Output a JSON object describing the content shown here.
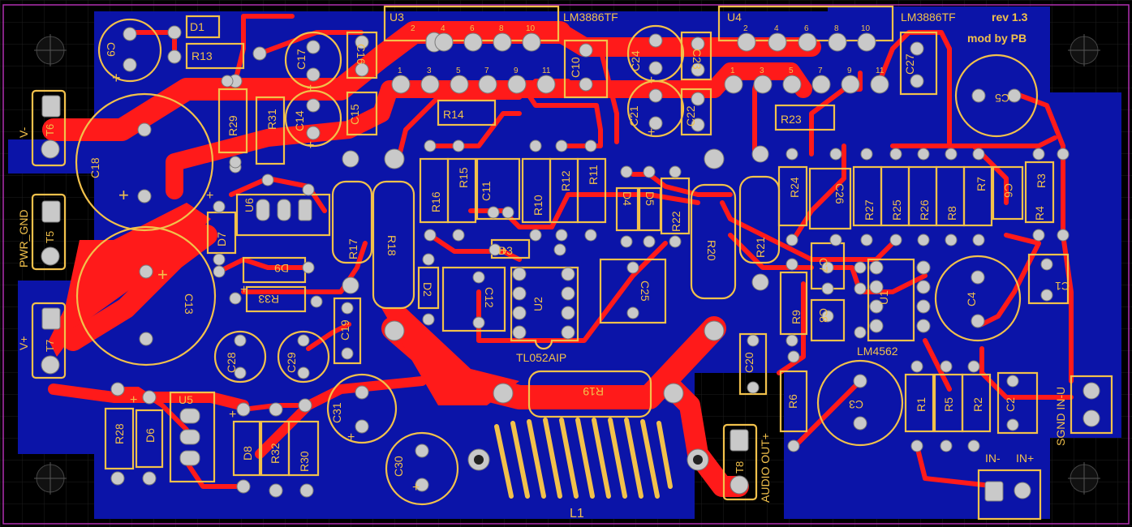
{
  "colors": {
    "background": "#000000",
    "copper_bottom": "#0b14a8",
    "copper_top": "#ff1a1a",
    "silkscreen": "#f2c14b",
    "pad": "#c9c9c9",
    "grid": "#1e1e1e"
  },
  "board": {
    "revision": "rev 1.3",
    "author": "mod by PB"
  },
  "ic": {
    "u3_ref": "U3",
    "u3_part": "LM3886TF",
    "u4_ref": "U4",
    "u4_part": "LM3886TF",
    "u2_ref": "U2",
    "u2_part": "TL052AIP",
    "u1_ref": "U1",
    "u1_part": "LM4562",
    "u5_ref": "U5",
    "u6_ref": "U6"
  },
  "pins": {
    "even": [
      "2",
      "4",
      "6",
      "8",
      "10"
    ],
    "odd": [
      "1",
      "3",
      "5",
      "7",
      "9",
      "11"
    ]
  },
  "terminals": {
    "t6": "T6",
    "t6_label": "V-",
    "t5": "T5",
    "t5_label": "PWR_GND",
    "t7": "T7",
    "t7_label": "V+",
    "t8": "T8",
    "t8_label": "AUDIO OUT+",
    "sgnd_label": "SGND IN-U",
    "in_minus": "IN-",
    "in_plus": "IN+"
  },
  "inductor": "L1",
  "plus": "+",
  "caps": {
    "c1": "C1",
    "c2": "C2",
    "c3": "C3",
    "c4": "C4",
    "c5": "C5",
    "c6": "C6",
    "c7": "C7",
    "c8": "C8",
    "c9": "C9",
    "c10": "C10",
    "c11": "C11",
    "c12": "C12",
    "c13": "C13",
    "c14": "C14",
    "c15": "C15",
    "c16": "C16",
    "c17": "C17",
    "c18": "C18",
    "c19": "C19",
    "c20": "C20",
    "c21": "C21",
    "c22": "C22",
    "c23": "C23",
    "c24": "C24",
    "c25": "C25",
    "c26": "C26",
    "c27": "C27",
    "c28": "C28",
    "c29": "C29",
    "c30": "C30",
    "c31": "C31"
  },
  "resistors": {
    "r1": "R1",
    "r2": "R2",
    "r3": "R3",
    "r4": "R4",
    "r5": "R5",
    "r6": "R6",
    "r7": "R7",
    "r8": "R8",
    "r9": "R9",
    "r10": "R10",
    "r11": "R11",
    "r12": "R12",
    "r13": "R13",
    "r14": "R14",
    "r15": "R15",
    "r16": "R16",
    "r17": "R17",
    "r18": "R18",
    "r19": "R19",
    "r20": "R20",
    "r21": "R21",
    "r22": "R22",
    "r23": "R23",
    "r24": "R24",
    "r25": "R25",
    "r26": "R26",
    "r27": "R27",
    "r28": "R28",
    "r29": "R29",
    "r30": "R30",
    "r31": "R31",
    "r32": "R32",
    "r33": "R33"
  },
  "diodes": {
    "d1": "D1",
    "d2": "D2",
    "d3": "D3",
    "d4": "D4",
    "d5": "D5",
    "d6": "D6",
    "d7": "D7",
    "d8": "D8",
    "d9": "D9"
  }
}
